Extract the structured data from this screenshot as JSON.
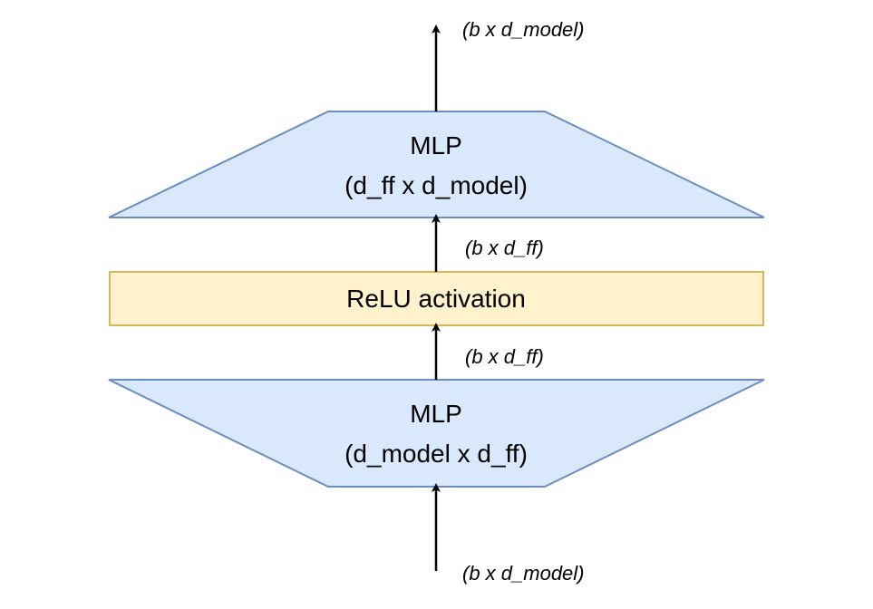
{
  "colors": {
    "mlp_fill": "#dae8fc",
    "mlp_stroke": "#6c8ebf",
    "relu_fill": "#fff2cc",
    "relu_stroke": "#d6b656",
    "arrow": "#000000"
  },
  "top_mlp": {
    "line1": "MLP",
    "line2": "(d_ff x d_model)"
  },
  "relu": {
    "label": "ReLU activation"
  },
  "bottom_mlp": {
    "line1": "MLP",
    "line2": "(d_model x d_ff)"
  },
  "dims": {
    "output": "(b x d_model)",
    "after_relu": "(b x d_ff)",
    "before_relu": "(b x d_ff)",
    "input": "(b x d_model)"
  }
}
